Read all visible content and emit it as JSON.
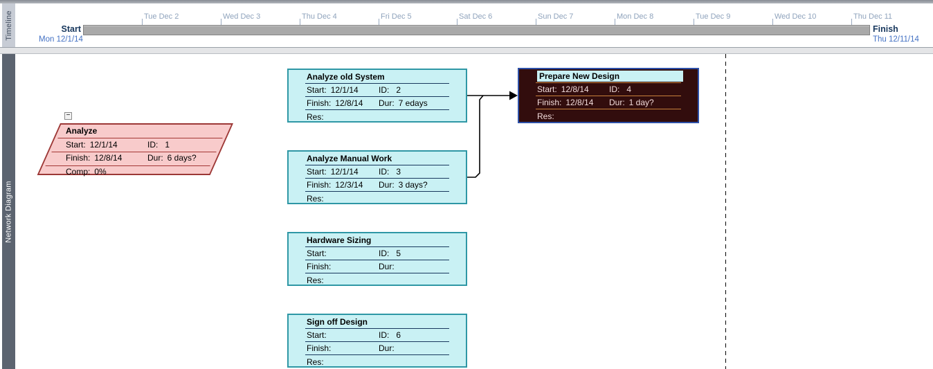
{
  "panes": {
    "timeline_label": "Timeline",
    "network_label": "Network Diagram"
  },
  "timeline": {
    "start_label": "Start",
    "start_date": "Mon 12/1/14",
    "finish_label": "Finish",
    "finish_date": "Thu 12/11/14",
    "dates": [
      "Tue Dec 2",
      "Wed Dec 3",
      "Thu Dec 4",
      "Fri Dec 5",
      "Sat Dec 6",
      "Sun Dec 7",
      "Mon Dec 8",
      "Tue Dec 9",
      "Wed Dec 10",
      "Thu Dec 11"
    ]
  },
  "labels": {
    "start": "Start:",
    "id": "ID:",
    "finish": "Finish:",
    "dur": "Dur:",
    "res": "Res:",
    "comp": "Comp:"
  },
  "icons": {
    "collapse": "−"
  },
  "nodes": {
    "analyze": {
      "title": "Analyze",
      "start": "12/1/14",
      "id": "1",
      "finish": "12/8/14",
      "dur": "6 days?",
      "comp": "0%"
    },
    "analyze_old_system": {
      "title": "Analyze old System",
      "start": "12/1/14",
      "id": "2",
      "finish": "12/8/14",
      "dur": "7 edays",
      "res": ""
    },
    "prepare_new_design": {
      "title": "Prepare New Design",
      "start": "12/8/14",
      "id": "4",
      "finish": "12/8/14",
      "dur": "1 day?",
      "res": ""
    },
    "analyze_manual_work": {
      "title": "Analyze Manual Work",
      "start": "12/1/14",
      "id": "3",
      "finish": "12/3/14",
      "dur": "3 days?",
      "res": ""
    },
    "hardware_sizing": {
      "title": "Hardware Sizing",
      "start": "",
      "id": "5",
      "finish": "",
      "dur": "",
      "res": ""
    },
    "sign_off_design": {
      "title": "Sign off Design",
      "start": "",
      "id": "6",
      "finish": "",
      "dur": "",
      "res": ""
    }
  },
  "colors": {
    "task_fill": "#C9F1F4",
    "task_border": "#2E97A5",
    "task_separator": "#17375D",
    "summary_fill": "#F8CBCB",
    "summary_border": "#9C3836",
    "selected_fill": "#320D0D",
    "selected_border": "#2D50A8",
    "selected_text": "#F2DCDB",
    "selected_separator": "#C8823C",
    "timeline_bar": "#A9A9A9",
    "timeline_date_text": "#8FA3BC",
    "timeline_milestone_text": "#17375D",
    "timeline_date_blue": "#4472C4",
    "network_tab_bg": "#5C6470",
    "timeline_tab_bg": "#C7CCD5"
  }
}
